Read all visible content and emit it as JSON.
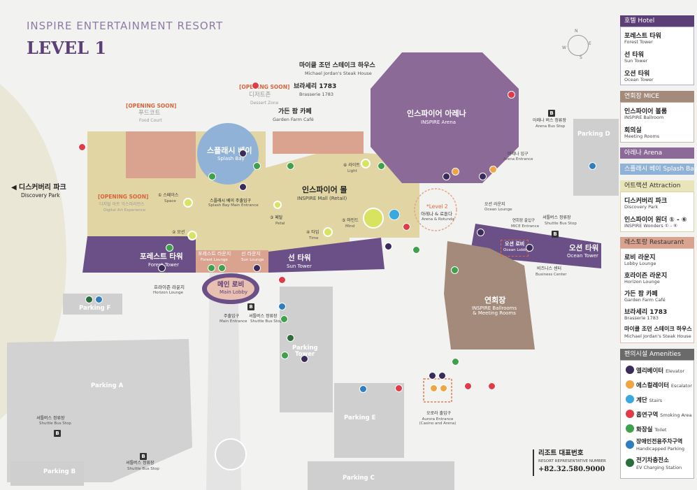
{
  "header": {
    "resort": "INSPIRE ENTERTAINMENT RESORT",
    "level": "LEVEL 1"
  },
  "compass": {
    "n": "N",
    "e": "E",
    "s": "S",
    "w": "W"
  },
  "venues": {
    "discovery_park": {
      "ko": "디스커버리 파크",
      "en": "Discovery Park"
    },
    "food_court": {
      "status": "[OPENING SOON]",
      "ko": "푸드코트",
      "en": "Food Court"
    },
    "dessert_zone": {
      "status": "[OPENING SOON]",
      "ko": "디저트존",
      "en": "Dessert Zone"
    },
    "brasserie": {
      "ko": "브라세리 1783",
      "en": "Brasserie 1783"
    },
    "mj_steak": {
      "ko": "마이클 조던 스테이크 하우스",
      "en": "Michael Jordan's Steak House"
    },
    "garden_farm": {
      "ko": "가든 팜 카페",
      "en": "Garden Farm Café"
    },
    "arena": {
      "ko": "인스파이어 아레나",
      "en": "INSPIRE Arena"
    },
    "splash_bay": {
      "ko": "스플래시 베이",
      "en": "Splash Bay"
    },
    "splash_entrance": {
      "ko": "스플래시 베이 주출입구",
      "en": "Splash Bay Main Entrance"
    },
    "digital_art": {
      "status": "[OPENING SOON]",
      "ko": "디지털 아트 익스피리언스",
      "en": "Digital Art Experience"
    },
    "mall": {
      "ko": "인스파이어 몰",
      "en": "INSPIRE Mall (Retail)"
    },
    "space": {
      "ko": "① 스페이스",
      "en": "Space"
    },
    "light": {
      "ko": "⑥ 라이트",
      "en": "Light"
    },
    "petal": {
      "ko": "③ 페탈",
      "en": "Petal"
    },
    "motion": {
      "ko": "② 모션",
      "en": "Motion"
    },
    "time": {
      "ko": "④ 타임",
      "en": "Time"
    },
    "mind": {
      "ko": "⑤ 마인드",
      "en": "Mind"
    },
    "rotunda": {
      "level": "*Level 2",
      "ko": "아레나 & 로툰다",
      "en": "Arena & Rotunda"
    },
    "arena_entrance": {
      "ko": "아레나 입구",
      "en": "Arena Entrance"
    },
    "arena_bus": {
      "ko": "아레나 버스 정류장",
      "en": "Arena Bus Stop"
    },
    "ocean_lounge": {
      "ko": "오션 라운지",
      "en": "Ocean Lounge"
    },
    "mice_entrance": {
      "ko": "연회장 출입구",
      "en": "MICE Entrance"
    },
    "shuttle_ne": {
      "ko": "셔틀버스 정류장",
      "en": "Shuttle Bus Stop"
    },
    "ocean_lobby": {
      "ko": "오션 로비",
      "en": "Ocean Lobby"
    },
    "ocean_tower": {
      "ko": "오션 타워",
      "en": "Ocean Tower"
    },
    "business_center": {
      "ko": "비즈니스 센터",
      "en": "Business Center"
    },
    "ballroom": {
      "ko": "연회장",
      "en": "INSPIRE Ballrooms & Meeting Rooms"
    },
    "forest_tower": {
      "ko": "포레스트 타워",
      "en": "Forest Tower"
    },
    "forest_lounge": {
      "ko": "포레스트 라운지",
      "en": "Forest Lounge"
    },
    "sun_lounge": {
      "ko": "선 라운지",
      "en": "Sun Lounge"
    },
    "sun_tower": {
      "ko": "선 타워",
      "en": "Sun Tower"
    },
    "horizon_lounge": {
      "ko": "호라이즌 라운지",
      "en": "Horizon Lounge"
    },
    "main_lobby": {
      "ko": "메인 로비",
      "en": "Main Lobby"
    },
    "main_entrance": {
      "ko": "주출입구",
      "en": "Main Entrance"
    },
    "shuttle_main": {
      "ko": "셔틀버스 정류장",
      "en": "Shuttle Bus Stop"
    },
    "parking_tower": {
      "en": "Parking Tower"
    },
    "aurora": {
      "ko": "오로라 출입구",
      "en": "Aurora Entrance (Casino and Arena)"
    },
    "shuttle_w": {
      "ko": "셔틀버스 정류장",
      "en": "Shuttle Bus Stop"
    },
    "shuttle_sw": {
      "ko": "셔틀버스 정류장",
      "en": "Shuttle Bus Stop"
    }
  },
  "parking": {
    "a": "Parking A",
    "b": "Parking B",
    "c": "Parking C",
    "d": "Parking D",
    "e": "Parking E",
    "f": "Parking F"
  },
  "bus_marker": "B",
  "contact": {
    "ko": "리조트 대표번호",
    "en": "RESORT REPRESENTATIVE NUMBER",
    "phone": "+82.32.580.9000"
  },
  "legend": {
    "hotel": {
      "header": "호텔 Hotel",
      "colors": {
        "header": "#5d3f77"
      },
      "items": [
        {
          "ko": "포레스트 타워",
          "en": "Forest Tower"
        },
        {
          "ko": "선 타워",
          "en": "Sun Tower"
        },
        {
          "ko": "오션 타워",
          "en": "Ocean Tower"
        }
      ]
    },
    "mice": {
      "header": "연회장 MICE",
      "colors": {
        "header": "#a38a7a"
      },
      "items": [
        {
          "ko": "인스파이어 볼룸",
          "en": "INSPIRE Ballroom"
        },
        {
          "ko": "회의실",
          "en": "Meeting Rooms"
        }
      ]
    },
    "arena": {
      "header": "아레나 Arena"
    },
    "splash": {
      "header": "스플래시 베이 Splash Bay"
    },
    "attraction": {
      "header": "어트랙션 Attraction",
      "items": [
        {
          "ko": "디스커버리 파크",
          "en": "Discovery Park"
        },
        {
          "ko": "인스파이어 원더 ① - ⑥",
          "en": "INSPIRE Wonders ① - ⑥"
        }
      ]
    },
    "restaurant": {
      "header": "레스토랑 Restaurant",
      "items": [
        {
          "ko": "로비 라운지",
          "en": "Lobby Lounge"
        },
        {
          "ko": "호라이즌 라운지",
          "en": "Horizon Lounge"
        },
        {
          "ko": "가든 팜 카페",
          "en": "Garden Farm Café"
        },
        {
          "ko": "브라세리 1783",
          "en": "Brasserie 1783"
        },
        {
          "ko": "마이클 조던 스테이크 하우스",
          "en": "Michael Jordan's Steak House"
        }
      ]
    },
    "amenities": {
      "header": "편의시설 Amenities",
      "items": [
        {
          "ko": "엘리베이터",
          "en": "Elevator",
          "icon": "elevator-icon",
          "color": "#3b2b5c"
        },
        {
          "ko": "에스컬레이터",
          "en": "Escalator",
          "icon": "escalator-icon",
          "color": "#f0a443"
        },
        {
          "ko": "계단",
          "en": "Stairs",
          "icon": "stairs-icon",
          "color": "#3aa9e0"
        },
        {
          "ko": "흡연구역",
          "en": "Smoking Area",
          "icon": "smoking-icon",
          "color": "#e23b48"
        },
        {
          "ko": "화장실",
          "en": "Toilet",
          "icon": "toilet-icon",
          "color": "#3ea14b"
        },
        {
          "ko": "장애인전용주차구역",
          "en": "Handicapped Parking",
          "icon": "handicapped-icon",
          "color": "#2d7fc1"
        },
        {
          "ko": "전기차충전소",
          "en": "EV Charging Station",
          "icon": "ev-charging-icon",
          "color": "#2a6e3c"
        }
      ]
    }
  },
  "colors": {
    "hotel": "#6b5087",
    "mall": "#e0d5a3",
    "restaurant": "#d9a38f",
    "splash": "#8fb2d6",
    "arena": "#8c6a98",
    "mice": "#a38a7a",
    "attraction": "#e9e4b9"
  }
}
